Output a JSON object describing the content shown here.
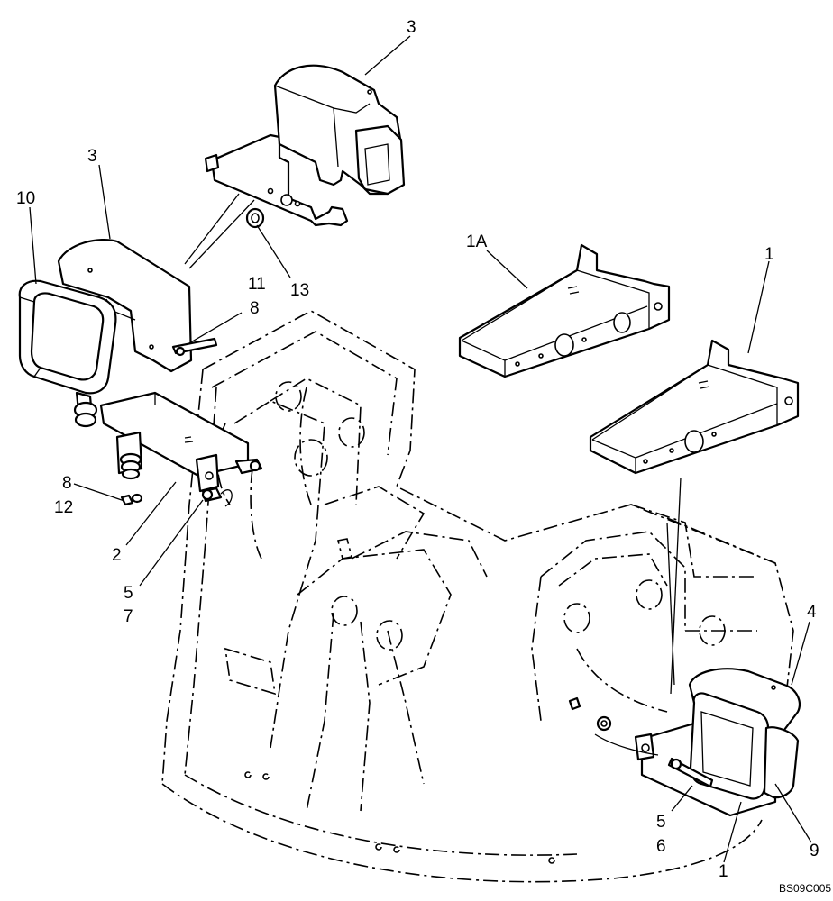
{
  "figure": {
    "code": "BS09C005"
  },
  "callouts": {
    "c3_top": "3",
    "c3_left": "3",
    "c10": "10",
    "c11": "11",
    "c8_upper": "8",
    "c13": "13",
    "c1a": "1A",
    "c1_right": "1",
    "c8_lower": "8",
    "c12": "12",
    "c2": "2",
    "c5_left": "5",
    "c7": "7",
    "c4": "4",
    "c5_right": "5",
    "c6": "6",
    "c9": "9",
    "c1_bottom": "1"
  }
}
